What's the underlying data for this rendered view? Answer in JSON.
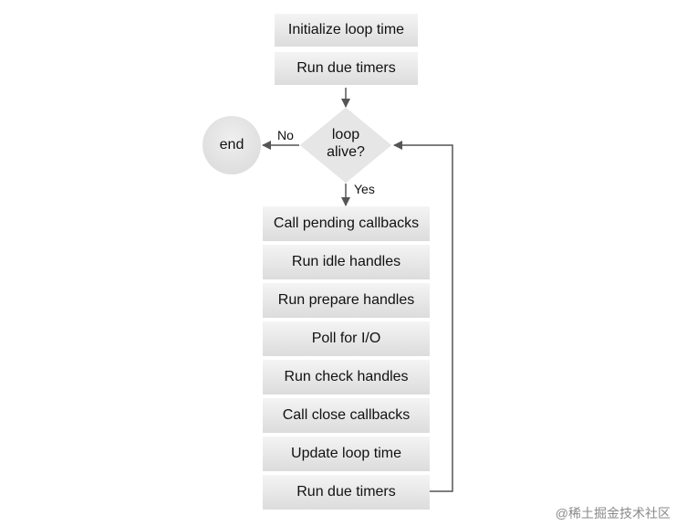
{
  "diagram": {
    "init_steps": [
      "Initialize loop time",
      "Run due timers"
    ],
    "decision": {
      "line1": "loop",
      "line2": "alive?"
    },
    "end_label": "end",
    "no_label": "No",
    "yes_label": "Yes",
    "loop_steps": [
      "Call pending callbacks",
      "Run idle handles",
      "Run prepare handles",
      "Poll for I/O",
      "Run check handles",
      "Call close callbacks",
      "Update loop time",
      "Run due timers"
    ]
  },
  "watermark": "@稀土掘金技术社区"
}
